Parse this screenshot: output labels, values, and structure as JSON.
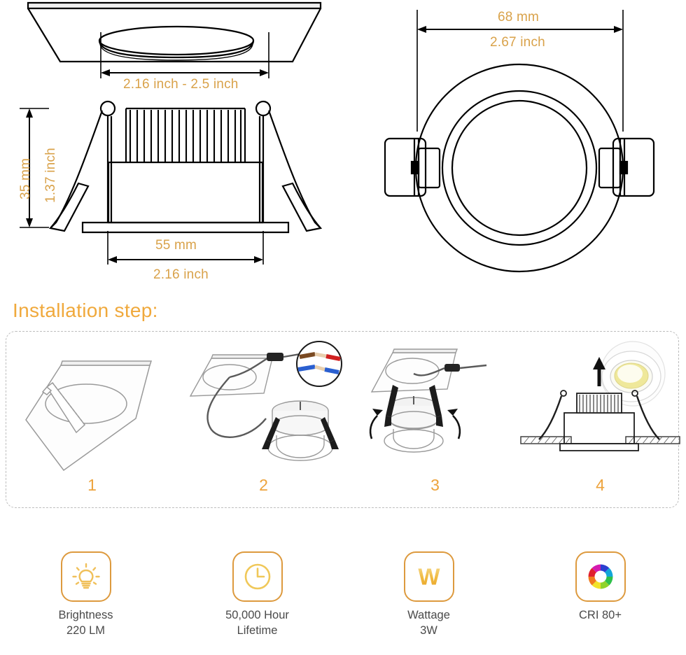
{
  "dimensions": {
    "ceiling_cutout": {
      "label": "2.16 inch - 2.5 inch",
      "name": "cutout-range"
    },
    "height_mm": "35 mm",
    "height_inch": "1.37 inch",
    "body_width_mm": "55 mm",
    "body_width_inch": "2.16 inch",
    "trim_width_mm": "68 mm",
    "trim_width_inch": "2.67 inch"
  },
  "installation": {
    "heading": "Installation step:",
    "steps": [
      {
        "number": "1",
        "name": "cut-hole"
      },
      {
        "number": "2",
        "name": "connect-wires"
      },
      {
        "number": "3",
        "name": "fold-springs"
      },
      {
        "number": "4",
        "name": "push-into-ceiling"
      }
    ]
  },
  "features": [
    {
      "icon": "lightbulb-icon",
      "line1": "Brightness",
      "line2": "220 LM",
      "label": "Brightness\n220 LM"
    },
    {
      "icon": "clock-icon",
      "line1": "50,000 Hour",
      "line2": "Lifetime",
      "label": "50,000 Hour\nLifetime"
    },
    {
      "icon": "watt-letter-icon",
      "line1": "Wattage",
      "line2": "3W",
      "label": "Wattage\n3W"
    },
    {
      "icon": "color-wheel-icon",
      "line1": "CRI 80+",
      "line2": "",
      "label": "CRI 80+"
    }
  ],
  "colors": {
    "dimension_text": "#d9a24a",
    "heading": "#f0a93c",
    "step_number": "#eda33c",
    "icon_border": "#dd9a3e",
    "feature_text": "#4a4a4a",
    "line": "#000000",
    "dashed_border": "#bdbdbd",
    "wire_brown": "#7a4a22",
    "wire_blue": "#2a5fd0",
    "wire_red": "#d02020",
    "led_yellow": "#efe89a"
  }
}
